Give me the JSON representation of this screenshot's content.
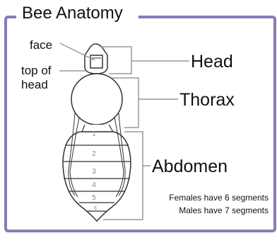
{
  "title": "Bee Anatomy",
  "labels": {
    "face": "face",
    "top_of_head_line1": "top of",
    "top_of_head_line2": "head",
    "head": "Head",
    "thorax": "Thorax",
    "abdomen": "Abdomen"
  },
  "segment_numbers": [
    "1",
    "2",
    "3",
    "4",
    "5",
    "6"
  ],
  "notes": {
    "females": "Females have 6 segments",
    "males": "Males have 7 segments"
  },
  "colors": {
    "frame": "#8b7ab8",
    "bracket": "#9a9a9a",
    "body_outline": "#333333",
    "segment_number": "#888888"
  }
}
